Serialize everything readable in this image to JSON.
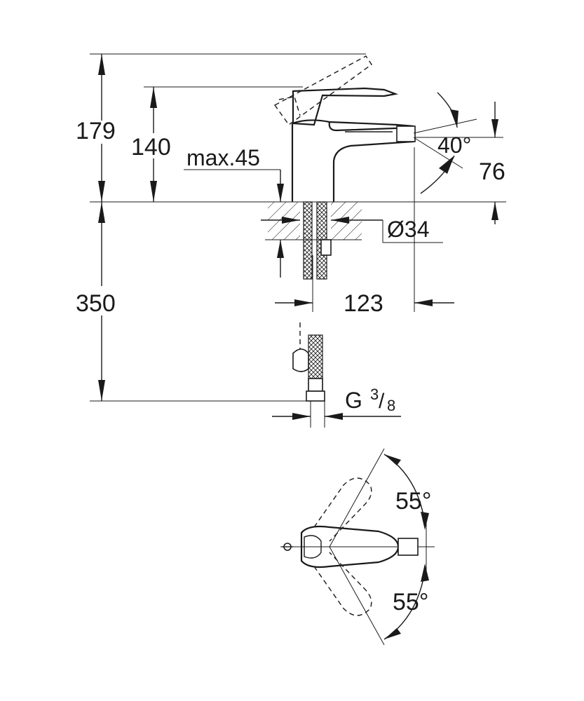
{
  "dimensions": {
    "overall_height": "179",
    "lever_height": "140",
    "max_thickness": "max.45",
    "spout_angle": "40°",
    "spout_height": "76",
    "hole_diameter": "Ø34",
    "spout_reach": "123",
    "hose_length": "350",
    "connection": "G",
    "connection_num": "3",
    "connection_den": "8",
    "rotation_top": "55°",
    "rotation_bottom": "55°"
  },
  "colors": {
    "line": "#1a1a1a",
    "background": "#ffffff"
  }
}
